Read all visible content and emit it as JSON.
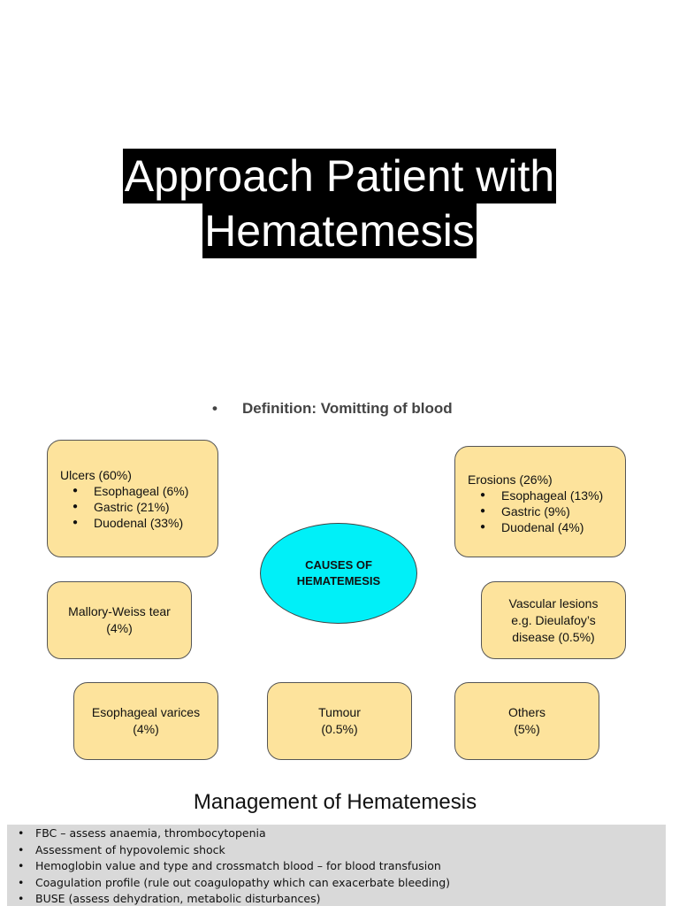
{
  "title": {
    "line1": "Approach Patient with",
    "line2": "Hematemesis"
  },
  "definition": {
    "bullet": "•",
    "text": "Definition: Vomitting of blood"
  },
  "causes": {
    "center": {
      "line1": "CAUSES OF",
      "line2": "HEMATEMESIS"
    },
    "ulcers": {
      "heading": "Ulcers (60%)",
      "items": [
        "Esophageal (6%)",
        "Gastric (21%)",
        "Duodenal (33%)"
      ]
    },
    "erosions": {
      "heading": "Erosions (26%)",
      "items": [
        "Esophageal (13%)",
        "Gastric (9%)",
        "Duodenal (4%)"
      ]
    },
    "mallory": {
      "line1": "Mallory-Weiss tear",
      "line2": "(4%)"
    },
    "vascular": {
      "line1": "Vascular lesions",
      "line2": "e.g. Dieulafoy’s",
      "line3": "disease (0.5%)"
    },
    "varices": {
      "line1": "Esophageal varices",
      "line2": "(4%)"
    },
    "tumour": {
      "line1": "Tumour",
      "line2": "(0.5%)"
    },
    "others": {
      "line1": "Others",
      "line2": "(5%)"
    }
  },
  "management": {
    "title": "Management of Hematemesis",
    "items": [
      "FBC – assess anaemia, thrombocytopenia",
      "Assessment of hypovolemic shock",
      "Hemoglobin value and type and crossmatch blood – for blood transfusion",
      "Coagulation profile (rule out coagulopathy which can exacerbate bleeding)",
      "BUSE (assess dehydration, metabolic disturbances)"
    ]
  },
  "colors": {
    "box_fill": "#fde39c",
    "center_fill": "#00f0f8",
    "title_bg": "#000000",
    "panel_bg": "#d9d9d9"
  }
}
